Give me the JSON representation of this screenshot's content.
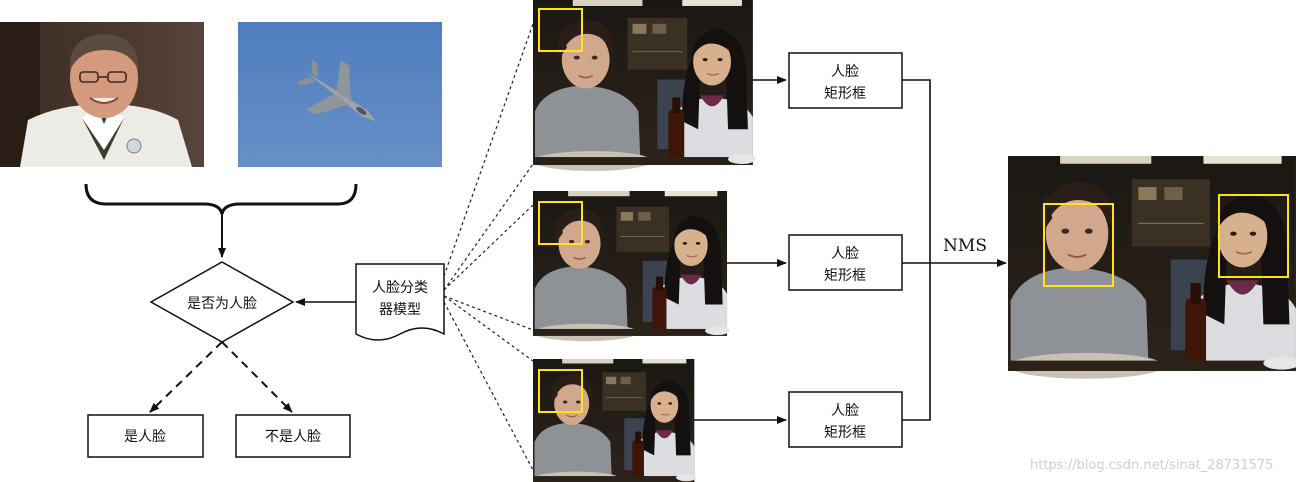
{
  "nodes": {
    "classifier_line1": "人脸分类",
    "classifier_line2": "器模型",
    "decision": "是否为人脸",
    "is_face": "是人脸",
    "not_face": "不是人脸",
    "rect_line1": "人脸",
    "rect_line2": "矩形框",
    "nms": "NMS"
  },
  "watermark": "https://blog.csdn.net/sinat_28731575",
  "colors": {
    "detection_box": "#ffe21c",
    "sky": "#5a86c2",
    "photo_dark": "#1e1a16"
  }
}
